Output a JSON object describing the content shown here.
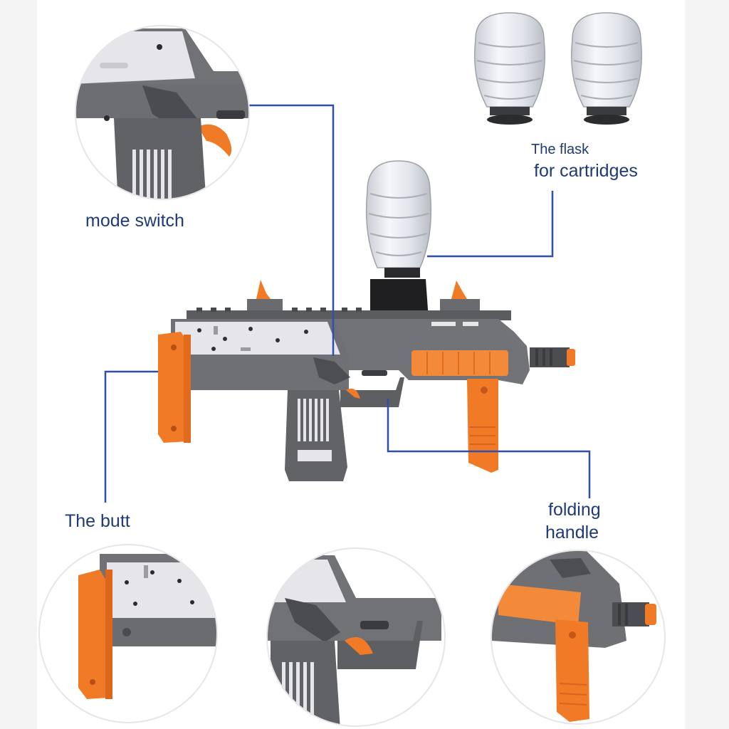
{
  "labels": {
    "mode_switch": "mode switch",
    "flask_line1": "The flask",
    "flask_line2": "for cartridges",
    "butt": "The butt",
    "handle_line1": "folding",
    "handle_line2": "handle"
  },
  "colors": {
    "orange": "#f07a26",
    "gray_body": "#6e6f72",
    "gray_dark": "#4d4e51",
    "light_panel": "#e6e6ea",
    "callout_line": "#2f4fa8",
    "label_text": "#1f3a78"
  }
}
